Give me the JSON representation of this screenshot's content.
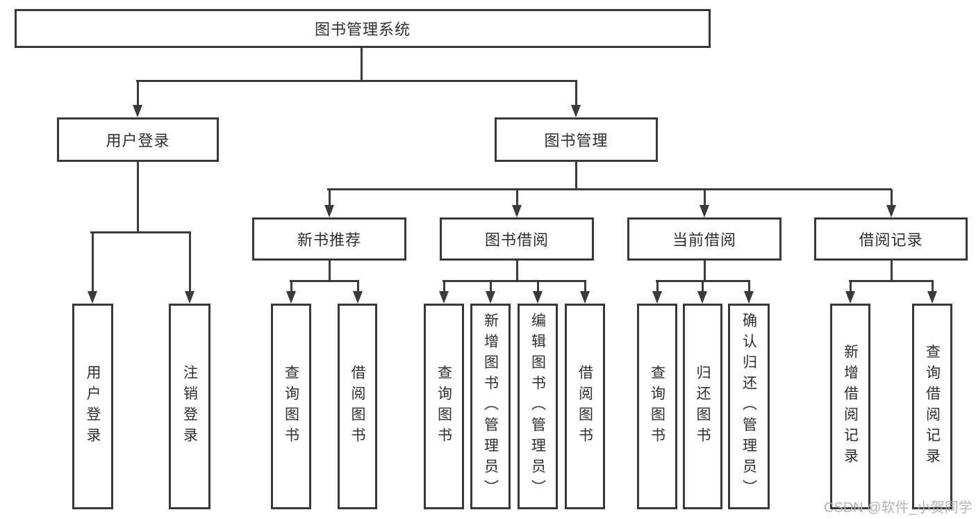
{
  "diagram": {
    "title": "图书管理系统",
    "level2": {
      "user_login": "用户登录",
      "book_mgmt": "图书管理"
    },
    "level3": {
      "new_book": "新书推荐",
      "book_borrow": "图书借阅",
      "current_borrow": "当前借阅",
      "borrow_record": "借阅记录"
    },
    "leaves": {
      "user_login": [
        "用户登录",
        "注销登录"
      ],
      "new_book": [
        "查询图书",
        "借阅图书"
      ],
      "book_borrow": [
        "查询图书",
        "新增图书（管理员）",
        "编辑图书（管理员）",
        "借阅图书"
      ],
      "current_borrow": [
        "查询图书",
        "归还图书",
        "确认归还（管理员）"
      ],
      "borrow_record": [
        "新增借阅记录",
        "查询借阅记录"
      ]
    },
    "line_color": "#3a3a3a"
  },
  "watermark": {
    "text": "CSDN @软件_小贺同学",
    "color": "#afafaf"
  }
}
